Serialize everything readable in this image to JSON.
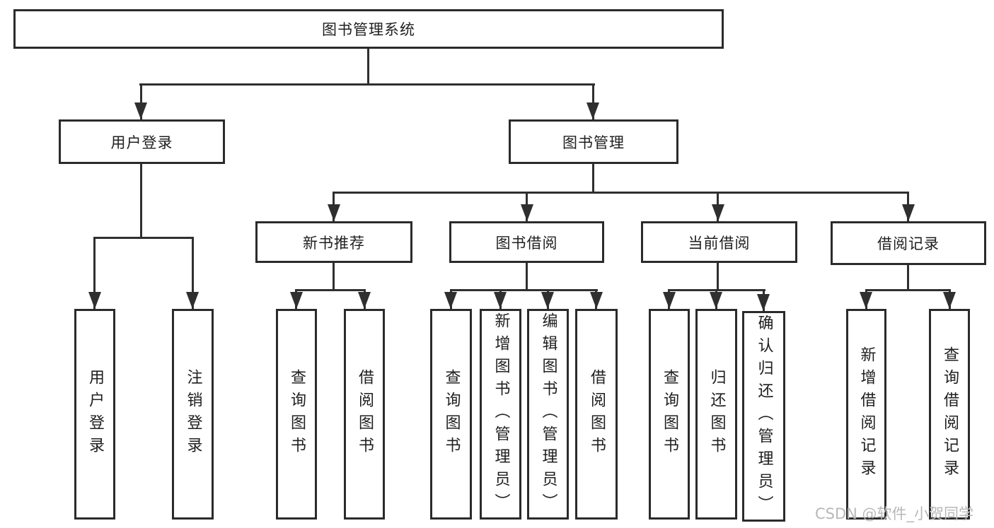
{
  "watermark": "CSDN @软件_小贺同学",
  "colors": {
    "background": "#ffffff",
    "line": "#2f2f2f",
    "box_border": "#2b2b2b",
    "text": "#1f1f1f",
    "watermark": "#b8b8b8"
  },
  "chart_data": {
    "type": "tree-diagram",
    "root": "图书管理系统",
    "tree": [
      {
        "label": "用户登录",
        "children": [
          "用户登录",
          "注销登录"
        ]
      },
      {
        "label": "图书管理",
        "children": [
          {
            "label": "新书推荐",
            "children": [
              "查询图书",
              "借阅图书"
            ]
          },
          {
            "label": "图书借阅",
            "children": [
              "查询图书",
              "新增图书（管理员）",
              "编辑图书（管理员）",
              "借阅图书"
            ]
          },
          {
            "label": "当前借阅",
            "children": [
              "查询图书",
              "归还图书",
              "确认归还（管理员）"
            ]
          },
          {
            "label": "借阅记录",
            "children": [
              "新增借阅记录",
              "查询借阅记录"
            ]
          }
        ]
      }
    ]
  },
  "nodes": {
    "root": "图书管理系统",
    "level2": {
      "user": "用户登录",
      "book": "图书管理"
    },
    "level3": {
      "recommend": "新书推荐",
      "borrow": "图书借阅",
      "current": "当前借阅",
      "records": "借阅记录"
    },
    "leaves": {
      "user": [
        "用户登录",
        "注销登录"
      ],
      "recommend": [
        "查询图书",
        "借阅图书"
      ],
      "borrow": [
        "查询图书",
        "新增图书（管理员）",
        "编辑图书（管理员）",
        "借阅图书"
      ],
      "current": [
        "查询图书",
        "归还图书",
        "确认归还（管理员）"
      ],
      "records": [
        "新增借阅记录",
        "查询借阅记录"
      ]
    }
  }
}
